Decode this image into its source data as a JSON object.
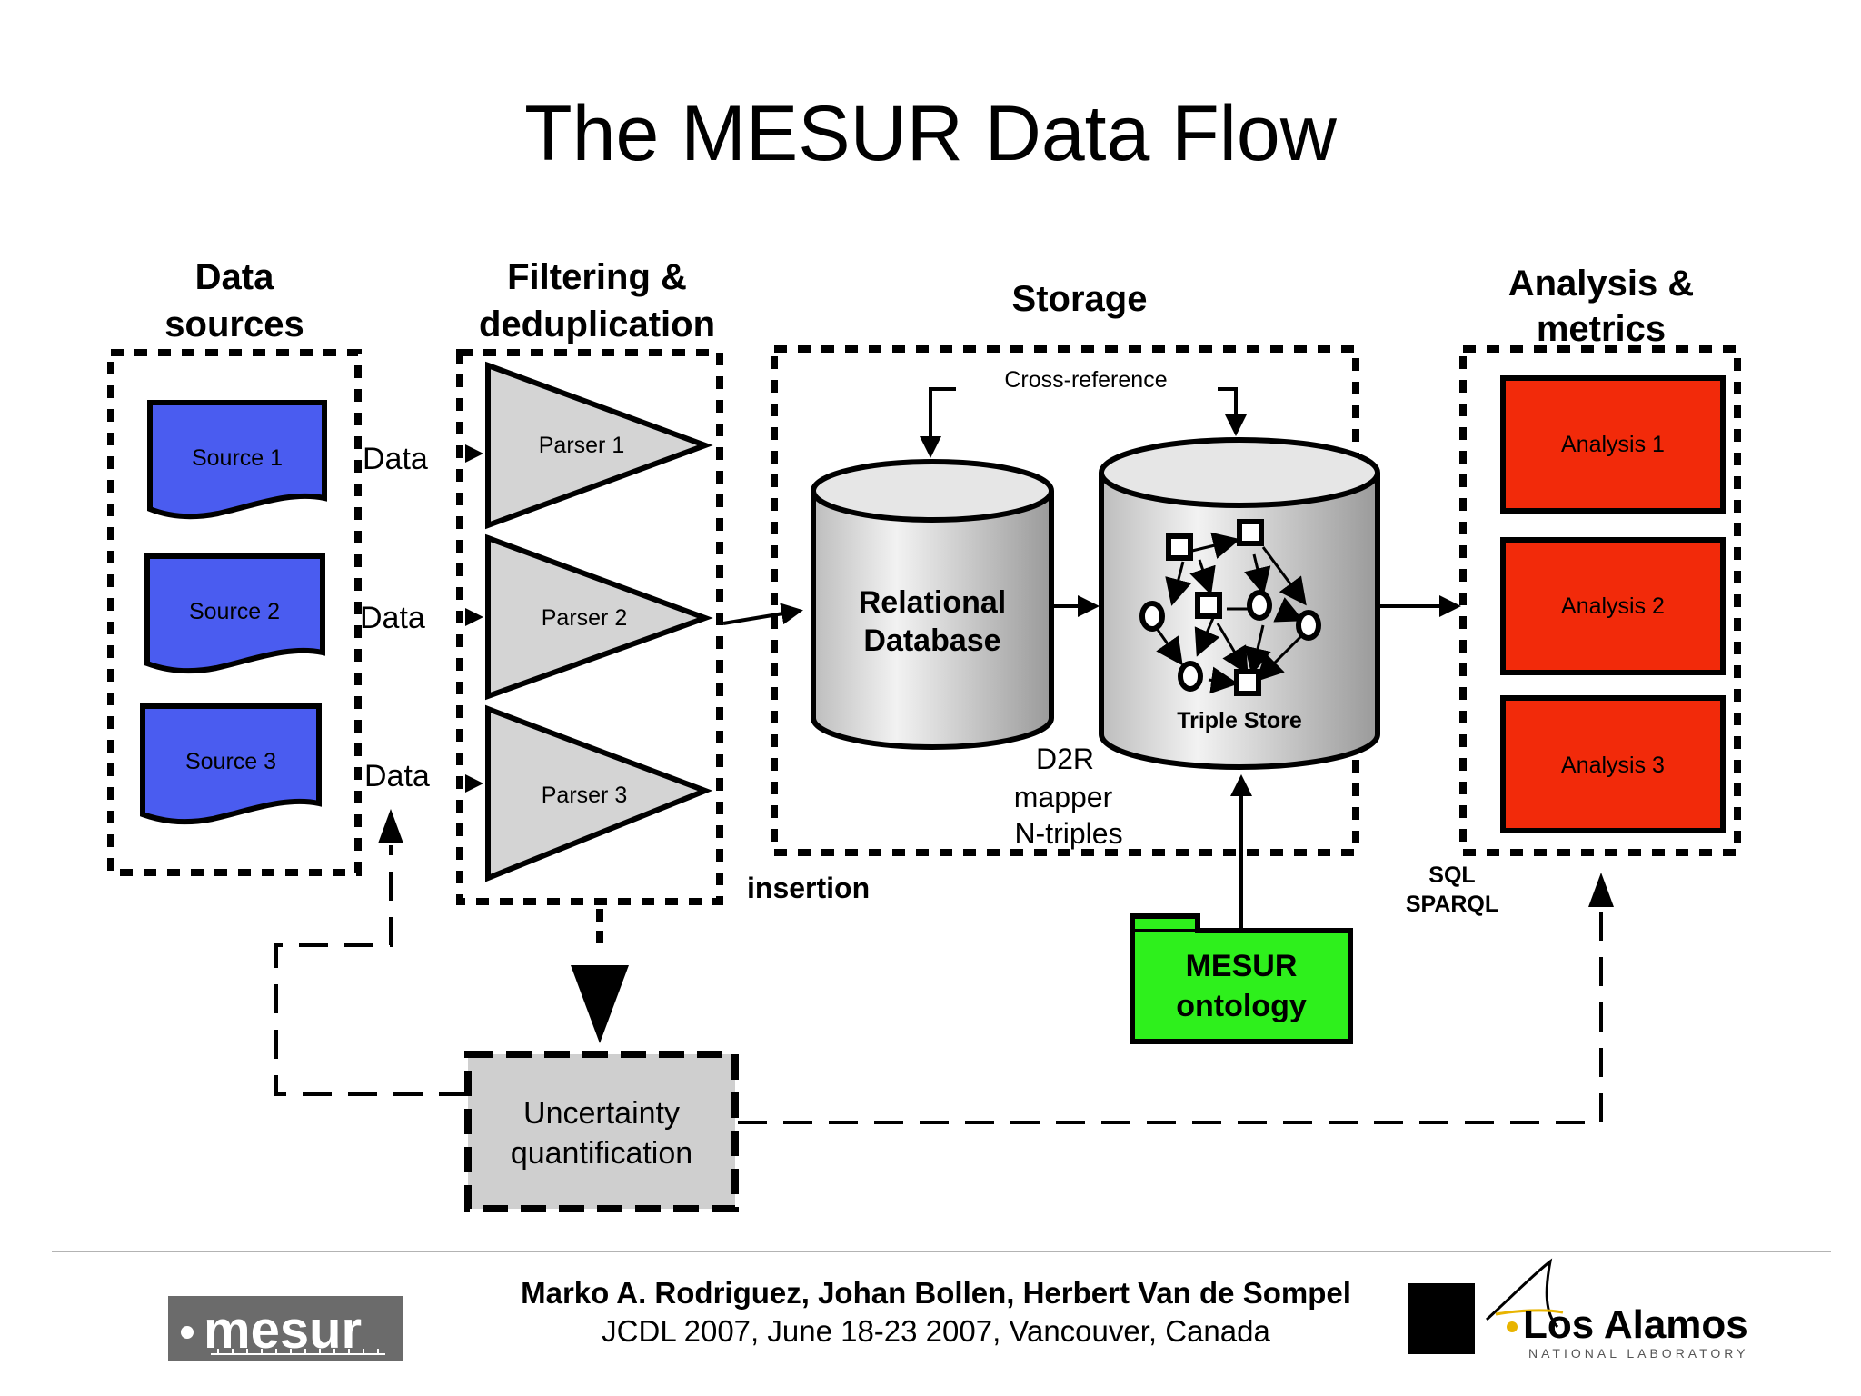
{
  "slide": {
    "title": "The MESUR Data Flow"
  },
  "diagram": {
    "sections": {
      "sources_line1": "Data",
      "sources_line2": "sources",
      "filtering_line1": "Filtering &",
      "filtering_line2": "deduplication",
      "storage": "Storage",
      "analysis_line1": "Analysis &",
      "analysis_line2": "metrics"
    },
    "sources": [
      "Source 1",
      "Source 2",
      "Source 3"
    ],
    "data_labels": [
      "Data",
      "Data",
      "Data"
    ],
    "parsers": [
      "Parser 1",
      "Parser 2",
      "Parser 3"
    ],
    "cross_reference": "Cross-reference",
    "relational_db_line1": "Relational",
    "relational_db_line2": "Database",
    "triple_store": "Triple Store",
    "d2r_line1": "D2R",
    "d2r_line2": "mapper",
    "d2r_line3": "N-triples",
    "insertion": "insertion",
    "ontology_line1": "MESUR",
    "ontology_line2": "ontology",
    "sql": "SQL",
    "sparql": "SPARQL",
    "analyses": [
      "Analysis 1",
      "Analysis 2",
      "Analysis 3"
    ],
    "uncertainty_line1": "Uncertainty",
    "uncertainty_line2": "quantification",
    "colors": {
      "source_fill": "#4a5cf0",
      "analysis_fill": "#f22a0a",
      "ontology_fill": "#2ef01c",
      "parser_fill": "#d4d4d4",
      "uncertainty_fill": "#cfcfcf"
    }
  },
  "footer": {
    "authors": "Marko A. Rodriguez, Johan Bollen, Herbert Van de Sompel",
    "venue": "JCDL 2007, June 18-23 2007, Vancouver, Canada",
    "logo_left": "mesur",
    "logo_right_name": "Los Alamos",
    "logo_right_sub": "NATIONAL LABORATORY"
  }
}
